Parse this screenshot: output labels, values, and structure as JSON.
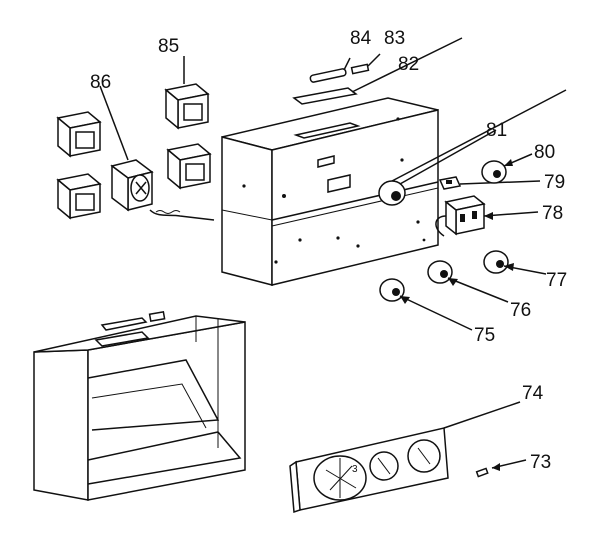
{
  "callouts": {
    "p73": "73",
    "p74": "74",
    "p75": "75",
    "p76": "76",
    "p77": "77",
    "p78": "78",
    "p79": "79",
    "p80": "80",
    "p81": "81",
    "p82": "82",
    "p83": "83",
    "p84": "84",
    "p85": "85",
    "p86": "86"
  }
}
